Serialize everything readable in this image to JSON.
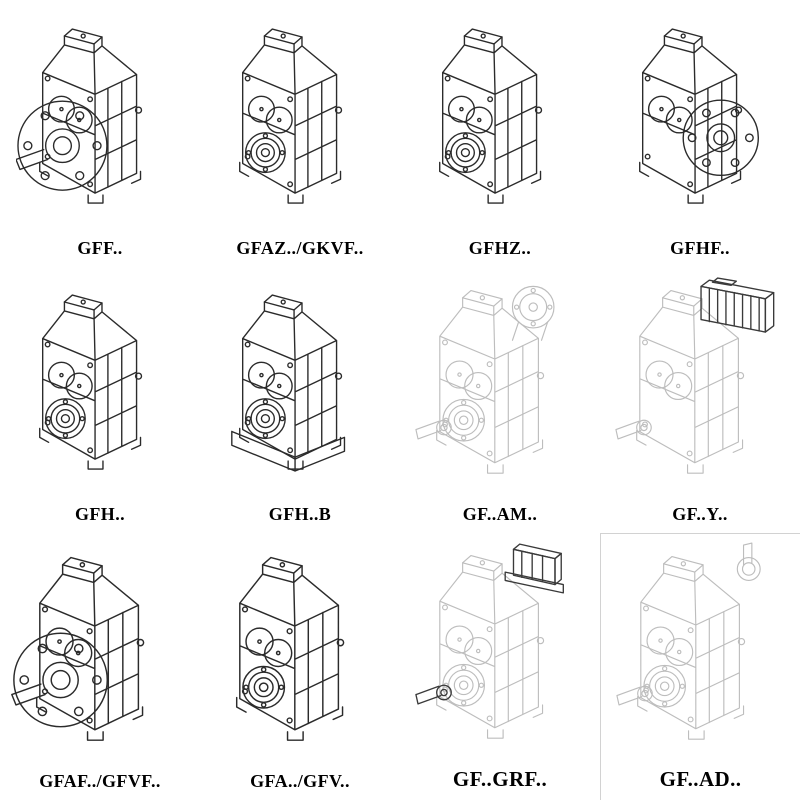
{
  "page": {
    "background": "#ffffff",
    "type": "gearbox-catalog-grid",
    "colors": {
      "line": "#2b2b2b",
      "phantom_line": "#bdbdbd",
      "label": "#000000"
    }
  },
  "grid": {
    "rows": 3,
    "cols": 4,
    "items": [
      {
        "label": "GFF..",
        "variant": "flange-output-left",
        "style": "solid"
      },
      {
        "label": "GFAZ../GKVF..",
        "variant": "hollow-shaft-bores",
        "style": "solid"
      },
      {
        "label": "GFHZ..",
        "variant": "hollow-shaft-bores",
        "style": "solid"
      },
      {
        "label": "GFHF..",
        "variant": "flange-output-right",
        "style": "solid"
      },
      {
        "label": "GFH..",
        "variant": "hollow-shaft-bores",
        "style": "solid"
      },
      {
        "label": "GFH..B",
        "variant": "hollow-shaft-foot-mounted",
        "style": "solid"
      },
      {
        "label": "GF..AM..",
        "variant": "input-flange-adapter-top",
        "style": "phantom"
      },
      {
        "label": "GF..Y..",
        "variant": "motor-mounted-top",
        "style": "phantom"
      },
      {
        "label": "GFAF../GFVF..",
        "variant": "flange-output-left",
        "style": "solid"
      },
      {
        "label": "GFA../GFV..",
        "variant": "hollow-shaft-bores",
        "style": "solid"
      },
      {
        "label": "GF..GRF..",
        "variant": "input-block-top",
        "style": "phantom"
      },
      {
        "label": "GF..AD..",
        "variant": "shaft-adapter-top",
        "style": "phantom"
      }
    ]
  }
}
